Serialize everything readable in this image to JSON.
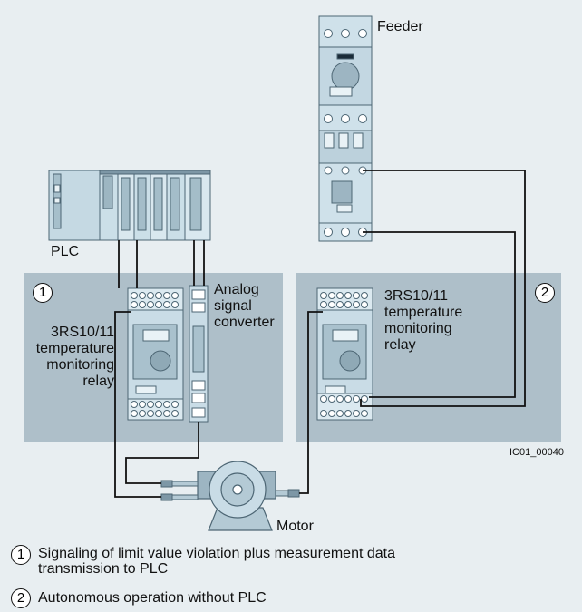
{
  "colors": {
    "background": "#e8eef1",
    "panel": "#aebfc9",
    "device_light": "#d6e6ee",
    "device_mid": "#b8ccd6",
    "device_dark": "#7d97a6",
    "line": "#111111"
  },
  "labels": {
    "feeder": "Feeder",
    "plc": "PLC",
    "analog_1": "Analog",
    "analog_2": "signal",
    "analog_3": "converter",
    "relay_left_1": "3RS10/11",
    "relay_left_2": "temperature",
    "relay_left_3": "monitoring",
    "relay_left_4": "relay",
    "relay_right_1": "3RS10/11",
    "relay_right_2": "temperature",
    "relay_right_3": "monitoring",
    "relay_right_4": "relay",
    "motor": "Motor",
    "figure_id": "IC01_00040"
  },
  "markers": {
    "one": "1",
    "two": "2"
  },
  "legend": [
    {
      "num": "1",
      "line1": "Signaling of limit value violation plus measurement data",
      "line2": "transmission to PLC"
    },
    {
      "num": "2",
      "line1": "Autonomous operation without PLC",
      "line2": ""
    }
  ]
}
